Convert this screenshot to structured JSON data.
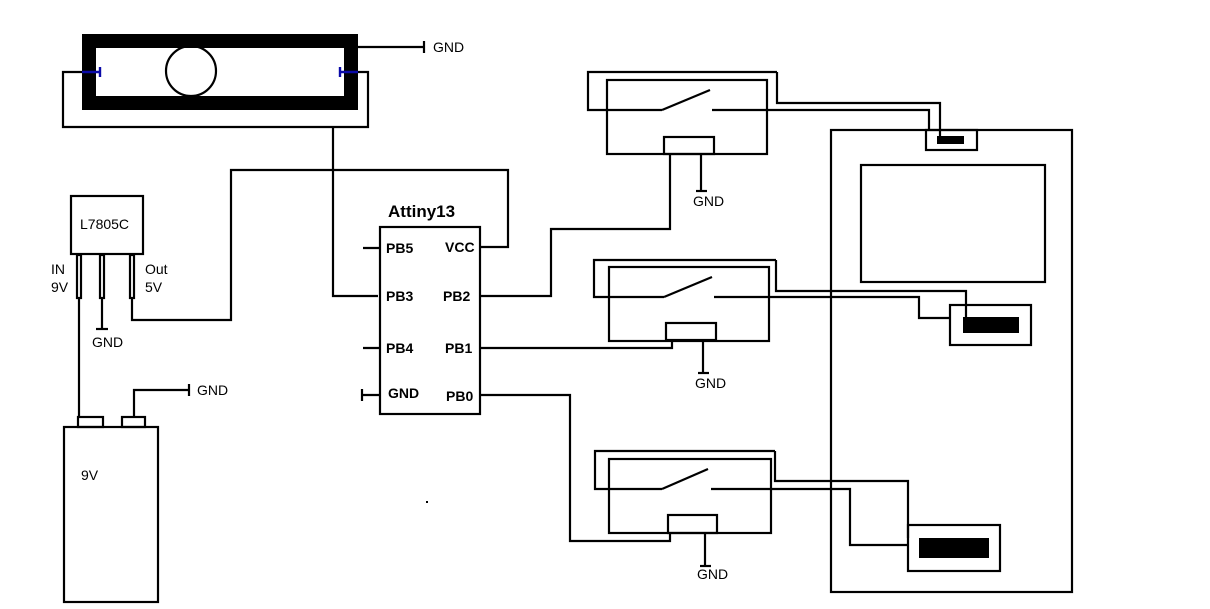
{
  "diagram": {
    "type": "circuit-schematic",
    "components": {
      "sensor": {
        "label": "",
        "gnd_label": "GND"
      },
      "regulator": {
        "label": "L7805C",
        "pin_in_label": "IN",
        "pin_in_voltage": "9V",
        "pin_out_label": "Out",
        "pin_out_voltage": "5V",
        "gnd_label": "GND"
      },
      "battery": {
        "label": "9V",
        "gnd_label": "GND"
      },
      "mcu": {
        "title": "Attiny13",
        "left_pins": [
          "PB5",
          "PB3",
          "PB4",
          "GND"
        ],
        "right_pins": [
          "VCC",
          "PB2",
          "PB1",
          "PB0"
        ]
      },
      "relays": [
        {
          "id": "relay-1",
          "gnd_label": "GND",
          "connected_pin": "PB2"
        },
        {
          "id": "relay-2",
          "gnd_label": "GND",
          "connected_pin": "PB1"
        },
        {
          "id": "relay-3",
          "gnd_label": "GND",
          "connected_pin": "PB0"
        }
      ],
      "device": {
        "buttons": 3,
        "label": ""
      }
    },
    "edges": [
      {
        "from": "sensor",
        "to": "mcu.PB3"
      },
      {
        "from": "regulator.Out",
        "to": "mcu.VCC"
      },
      {
        "from": "battery",
        "to": "regulator.IN"
      },
      {
        "from": "mcu.PB2",
        "to": "relay-1"
      },
      {
        "from": "mcu.PB1",
        "to": "relay-2"
      },
      {
        "from": "mcu.PB0",
        "to": "relay-3"
      },
      {
        "from": "relay-1",
        "to": "device.button-1"
      },
      {
        "from": "relay-2",
        "to": "device.button-2"
      },
      {
        "from": "relay-3",
        "to": "device.button-3"
      }
    ]
  }
}
